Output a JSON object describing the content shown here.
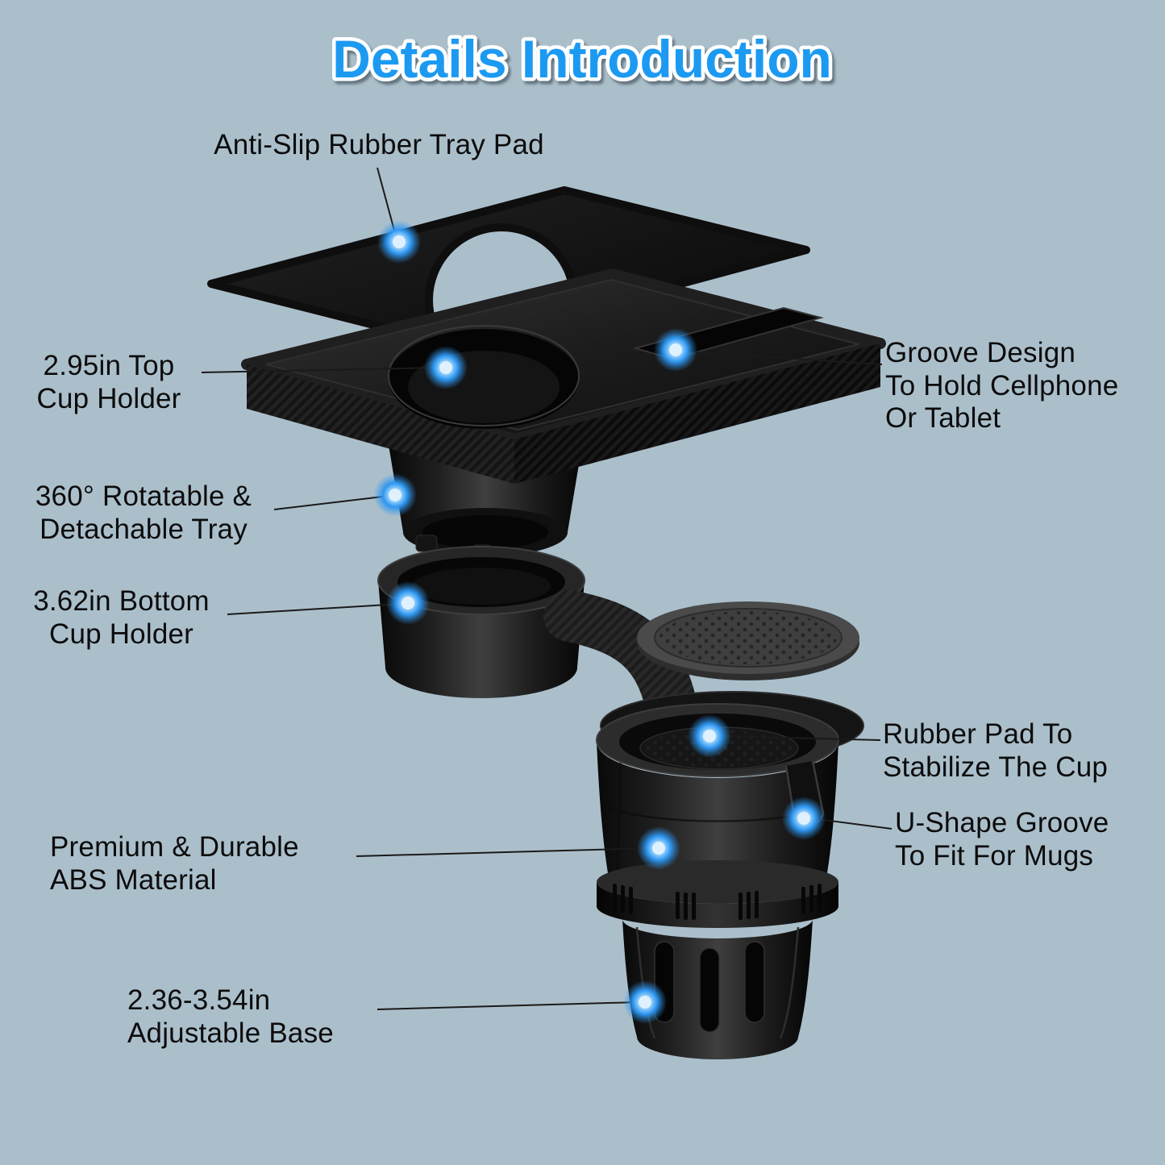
{
  "title": "Details Introduction",
  "colors": {
    "background": "#abbfcb",
    "accent_blue": "#1e9af2",
    "title_outline": "#ffffff",
    "label_text": "#0c0c0c",
    "product_black": "#111111"
  },
  "callouts": {
    "tray_pad": {
      "text": "Anti-Slip Rubber Tray Pad"
    },
    "top_cup_holder": {
      "text": "2.95in Top\nCup Holder"
    },
    "groove_design": {
      "text": "Groove Design\nTo Hold Cellphone\nOr Tablet"
    },
    "rotatable_tray": {
      "text": "360° Rotatable &\nDetachable Tray"
    },
    "bottom_cup_holder": {
      "text": "3.62in Bottom\nCup Holder"
    },
    "rubber_pad": {
      "text": "Rubber Pad To\nStabilize The Cup"
    },
    "u_shape_groove": {
      "text": "U-Shape Groove\nTo Fit For Mugs"
    },
    "abs_material": {
      "text": "Premium & Durable\nABS Material"
    },
    "adjustable_base": {
      "text": "2.36-3.54in\nAdjustable Base"
    }
  }
}
